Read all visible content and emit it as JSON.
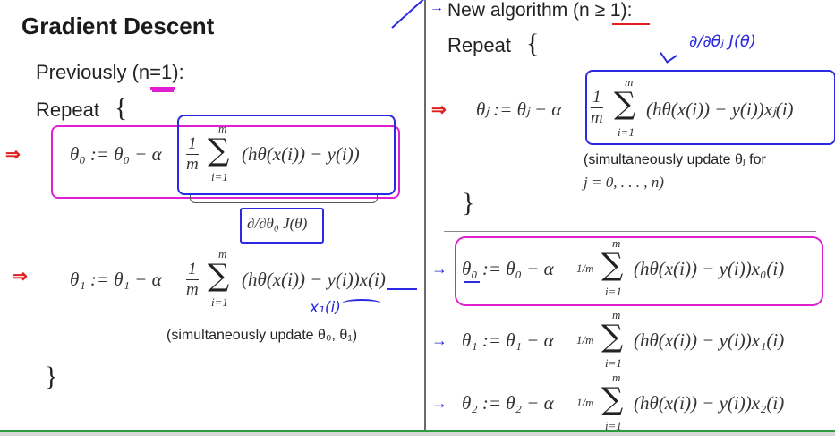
{
  "left": {
    "title": "Gradient Descent",
    "previously": "Previously (n=1):",
    "repeat": "Repeat",
    "open_brace": "{",
    "close_brace": "}",
    "theta0_lhs": "θ₀ := θ₀ − α",
    "theta1_lhs": "θ₁ := θ₁ − α",
    "frac_num": "1",
    "frac_den": "m",
    "sum_top": "m",
    "sum_bottom": "i=1",
    "sigma": "∑",
    "theta0_body": "(hθ(x(i)) − y(i))",
    "theta1_body": "(hθ(x(i)) − y(i))x(i)",
    "derivative": "∂/∂θ₀ J(θ)",
    "simul": "(simultaneously update θ₀, θ₁)",
    "red_arrow": "⇒",
    "annotation": "x₁(i)"
  },
  "right": {
    "title": "New algorithm (n ≥ 1):",
    "repeat": "Repeat",
    "open_brace": "{",
    "close_brace": "}",
    "handwritten_derivative": "∂/∂θⱼ J(θ)",
    "thetaj_lhs": "θⱼ := θⱼ − α",
    "frac_num": "1",
    "frac_den": "m",
    "sum_top": "m",
    "sum_bottom": "i=1",
    "sigma": "∑",
    "thetaj_body": "(hθ(x(i)) − y(i))xⱼ(i)",
    "simul_line1": "(simultaneously update θⱼ for",
    "simul_line2": "j = 0, . . . , n)",
    "eq0_lhs": "θ₀ := θ₀ − α",
    "eq0_body": "(hθ(x(i)) − y(i))x₀(i)",
    "eq1_lhs": "θ₁ := θ₁ − α",
    "eq1_body": "(hθ(x(i)) − y(i))x₁(i)",
    "eq2_lhs": "θ₂ := θ₂ − α",
    "eq2_body": "(hθ(x(i)) − y(i))x₂(i)",
    "inline_frac": "1/m",
    "red_arrow": "⇒",
    "blue_arrow": "→"
  },
  "colors": {
    "highlight_pink": "#e020d0",
    "highlight_blue": "#2a2ae0",
    "arrow_red": "#e02020",
    "divider": "#555555",
    "progress_green": "#2e9a3e"
  }
}
